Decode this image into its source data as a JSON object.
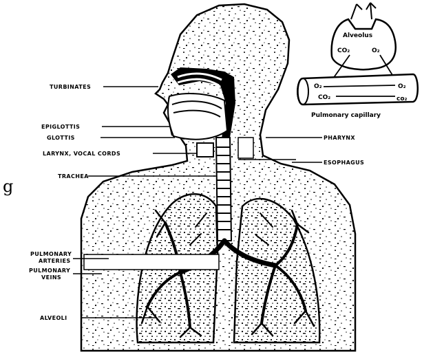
{
  "labels": {
    "turbinates": "TURBINATES",
    "epiglottis": "EPIGLOTTIS",
    "glottis": "GLOTTIS",
    "larynx": "LARYNX, VOCAL CORDS",
    "trachea": "TRACHEA",
    "pulmonary_arteries_1": "PULMONARY",
    "pulmonary_arteries_2": "ARTERIES",
    "pulmonary_veins_1": "PULMONARY",
    "pulmonary_veins_2": "VEINS",
    "alveoli": "ALVEOLI",
    "pharynx": "PHARYNX",
    "esophagus": "ESOPHAGUS"
  },
  "inset": {
    "alveolus": "Alveolus",
    "co2_top": "CO₂",
    "o2_top": "O₂",
    "o2_capillary": "O₂",
    "co2_capillary": "CO₂",
    "o2_right": "O₂",
    "co2_right": "co₂",
    "caption": "Pulmonary capillary"
  },
  "stray_glyph": "g"
}
